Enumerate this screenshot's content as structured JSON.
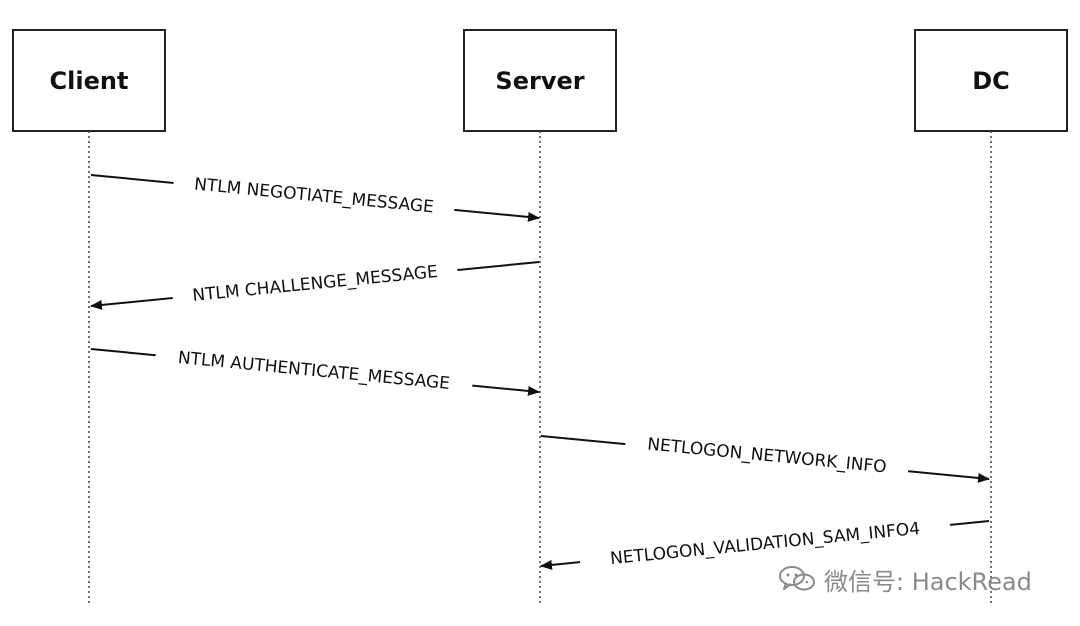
{
  "participants": [
    {
      "id": "client",
      "label": "Client"
    },
    {
      "id": "server",
      "label": "Server"
    },
    {
      "id": "dc",
      "label": "DC"
    }
  ],
  "messages": [
    {
      "from": "client",
      "to": "server",
      "label": "NTLM NEGOTIATE_MESSAGE"
    },
    {
      "from": "server",
      "to": "client",
      "label": "NTLM CHALLENGE_MESSAGE"
    },
    {
      "from": "client",
      "to": "server",
      "label": "NTLM AUTHENTICATE_MESSAGE"
    },
    {
      "from": "server",
      "to": "dc",
      "label": "NETLOGON_NETWORK_INFO"
    },
    {
      "from": "dc",
      "to": "server",
      "label": "NETLOGON_VALIDATION_SAM_INFO4"
    }
  ],
  "watermark": {
    "text": "微信号: HackRead",
    "icon": "wechat-icon"
  }
}
